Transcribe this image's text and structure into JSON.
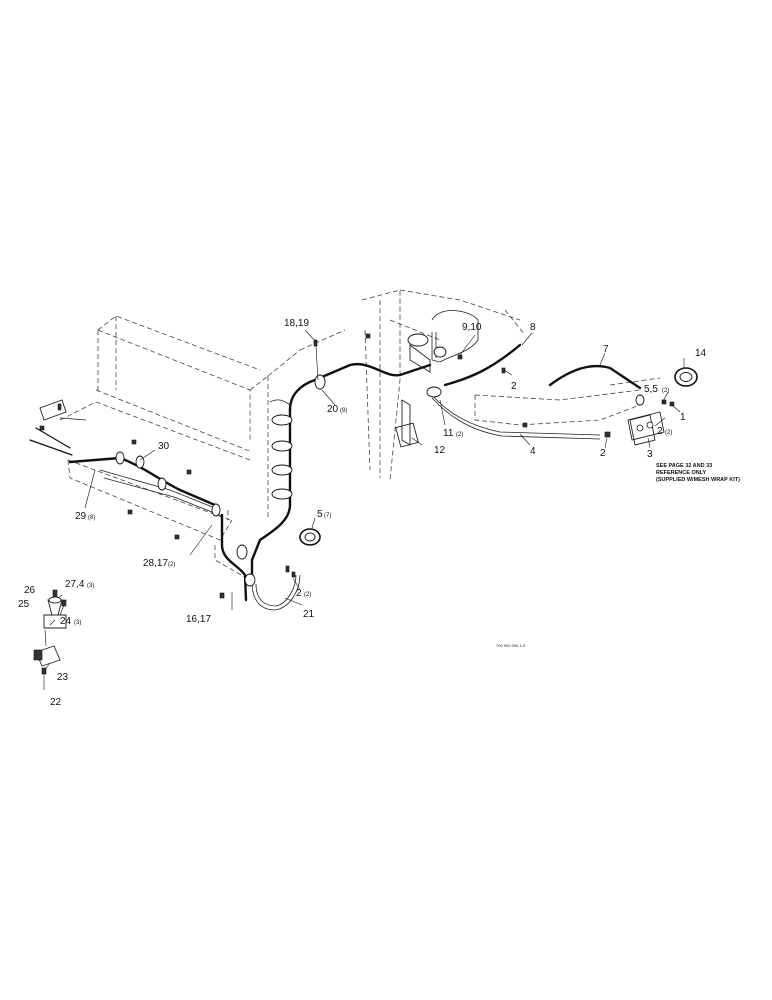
{
  "labels": {
    "l1819": "18,19",
    "l910": "9,10",
    "l8": "8",
    "l7": "7",
    "l14": "14",
    "l2a": "2",
    "l20": "20",
    "l20q": "(8)",
    "l11": "11",
    "l11q": "(2)",
    "l12": "12",
    "l4": "4",
    "l2b": "2",
    "l3": "3",
    "l55": "5,5",
    "l55q": "(2)",
    "l1": "1",
    "l2c": "2",
    "l2cq": "(2)",
    "l30": "30",
    "l29": "29",
    "l29q": "(8)",
    "l5": "5",
    "l5q": "(7)",
    "l2817": "28,17",
    "l2817q": "(2)",
    "l2d": "2",
    "l2dq": "(2)",
    "l1617": "16,17",
    "l21": "21",
    "l26": "26",
    "l274": "27,4",
    "l274q": "(3)",
    "l25": "25",
    "l24": "24",
    "l24q": "(3)",
    "l23": "23",
    "l22": "22"
  },
  "note": {
    "line1": "SEE PAGE 32 AND 33",
    "line2": "REFERENCE ONLY",
    "line3": "(SUPPLIED W/MESH WRAP KIT)"
  },
  "drawing_code": "700 902 000-1-0",
  "icons": [
    "grease-hose",
    "hose-clamp",
    "grease-fitting",
    "bolt",
    "washer",
    "grease-bank-block"
  ]
}
